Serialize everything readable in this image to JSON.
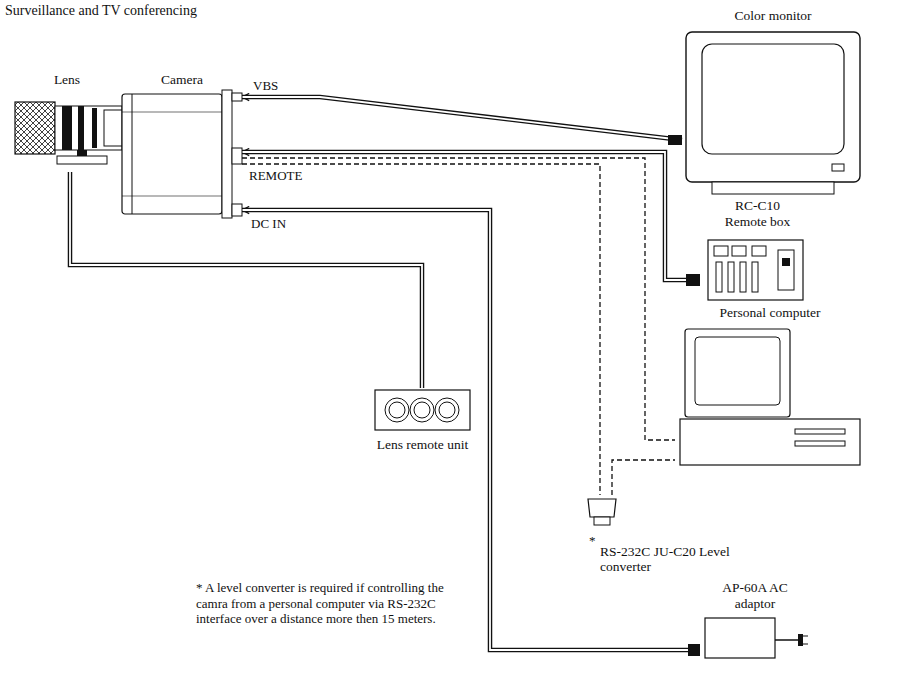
{
  "diagram": {
    "title": "Surveillance and TV conferencing",
    "nodes": [
      {
        "text": [
          "Lens"
        ]
      },
      {
        "text": [
          "Camera"
        ]
      },
      {
        "text": [
          "Color monitor"
        ]
      },
      {
        "text": [
          "RC-C10 Remote box"
        ]
      },
      {
        "text": [
          "Personal computer"
        ]
      },
      {
        "text": [
          "Lens remote unit"
        ]
      },
      {
        "text": [
          "RS-232C JU-C20 Level converter"
        ]
      },
      {
        "text": [
          "AP-60A AC adaptor"
        ]
      }
    ],
    "edges": [
      {
        "from": 2,
        "to": 1,
        "arrow": "to"
      },
      {
        "from": 3,
        "to": 1,
        "arrow": "to"
      },
      {
        "from": 7,
        "to": 1,
        "arrow": "to"
      },
      {
        "from": 0,
        "to": 5,
        "arrow": "none"
      },
      {
        "from": 1,
        "to": 4,
        "arrow": "none"
      },
      {
        "from": 1,
        "to": 6,
        "arrow": "none"
      },
      {
        "from": 6,
        "to": 4,
        "arrow": "none"
      }
    ],
    "labels": [
      "VBS",
      "REMOTE",
      "DC IN",
      "*",
      "* A level converter is required if controlling the camra from a personal computer via RS-232C interface over a distance more then 15 meters."
    ]
  }
}
